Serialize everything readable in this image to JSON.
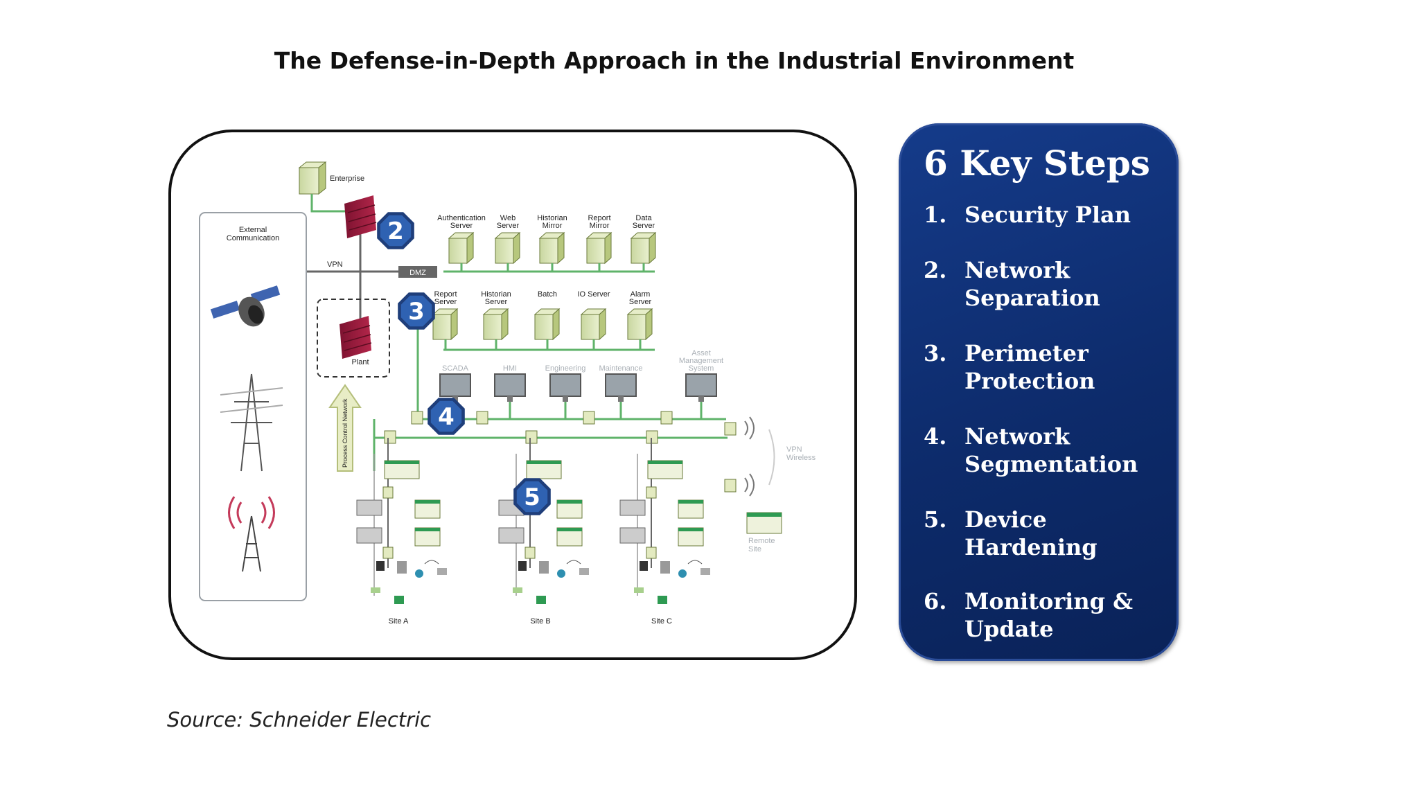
{
  "title": "The Defense-in-Depth Approach in the Industrial Environment",
  "source": "Source: Schneider Electric",
  "colors": {
    "panel": "#0d2b6b",
    "link_green": "#5fb36a",
    "firewall": "#9b1b3a",
    "badge": "#2f62b2"
  },
  "diagram": {
    "external_label": "External\nCommunication",
    "enterprise": "Enterprise",
    "vpn": "VPN",
    "dmz": "DMZ",
    "plant": "Plant",
    "process_network": "Process Control Network",
    "dmz_servers": [
      "Authentication\nServer",
      "Web\nServer",
      "Historian\nMirror",
      "Report\nMirror",
      "Data\nServer"
    ],
    "plant_servers": [
      "Report\nServer",
      "Historian\nServer",
      "Batch",
      "IO Server",
      "Alarm\nServer"
    ],
    "stations": [
      "SCADA",
      "HMI",
      "Engineering",
      "Maintenance",
      "Asset\nManagement\nSystem"
    ],
    "vpn_wireless": "VPN\nWireless",
    "remote_site": "Remote\nSite",
    "sites": [
      "Site A",
      "Site B",
      "Site C"
    ],
    "badges": [
      "2",
      "3",
      "4",
      "5"
    ],
    "icons": [
      "satellite-icon",
      "power-tower-icon",
      "radio-tower-icon",
      "server-icon",
      "firewall-icon",
      "monitor-icon",
      "switch-icon",
      "plc-rack-icon",
      "wireless-icon"
    ]
  },
  "steps_panel": {
    "title": "6 Key Steps",
    "steps": [
      {
        "num": "1.",
        "text": "Security Plan"
      },
      {
        "num": "2.",
        "text": "Network Separation"
      },
      {
        "num": "3.",
        "text": "Perimeter Protection"
      },
      {
        "num": "4.",
        "text": "Network Segmentation"
      },
      {
        "num": "5.",
        "text": "Device Hardening"
      },
      {
        "num": "6.",
        "text": "Monitoring & Update"
      }
    ]
  }
}
